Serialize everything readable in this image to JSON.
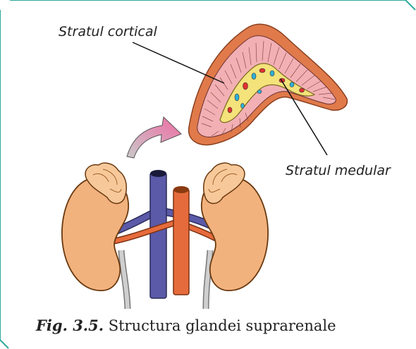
{
  "labels": {
    "cortical": "Stratul cortical",
    "medular": "Stratul medular"
  },
  "caption": {
    "number": "Fig. 3.5.",
    "text": "Structura glandei suprarenale"
  },
  "colors": {
    "border": "#2fa89a",
    "cortex_outer": "#e07a4a",
    "cortex_fill": "#f2b0b4",
    "medulla": "#f4e27a",
    "kidney": "#f2b27e",
    "gland": "#f7c99a",
    "vein": "#5a5aa8",
    "artery": "#e66b3c",
    "ureter": "#b8b8b8",
    "arrow": "#ef6da4"
  }
}
